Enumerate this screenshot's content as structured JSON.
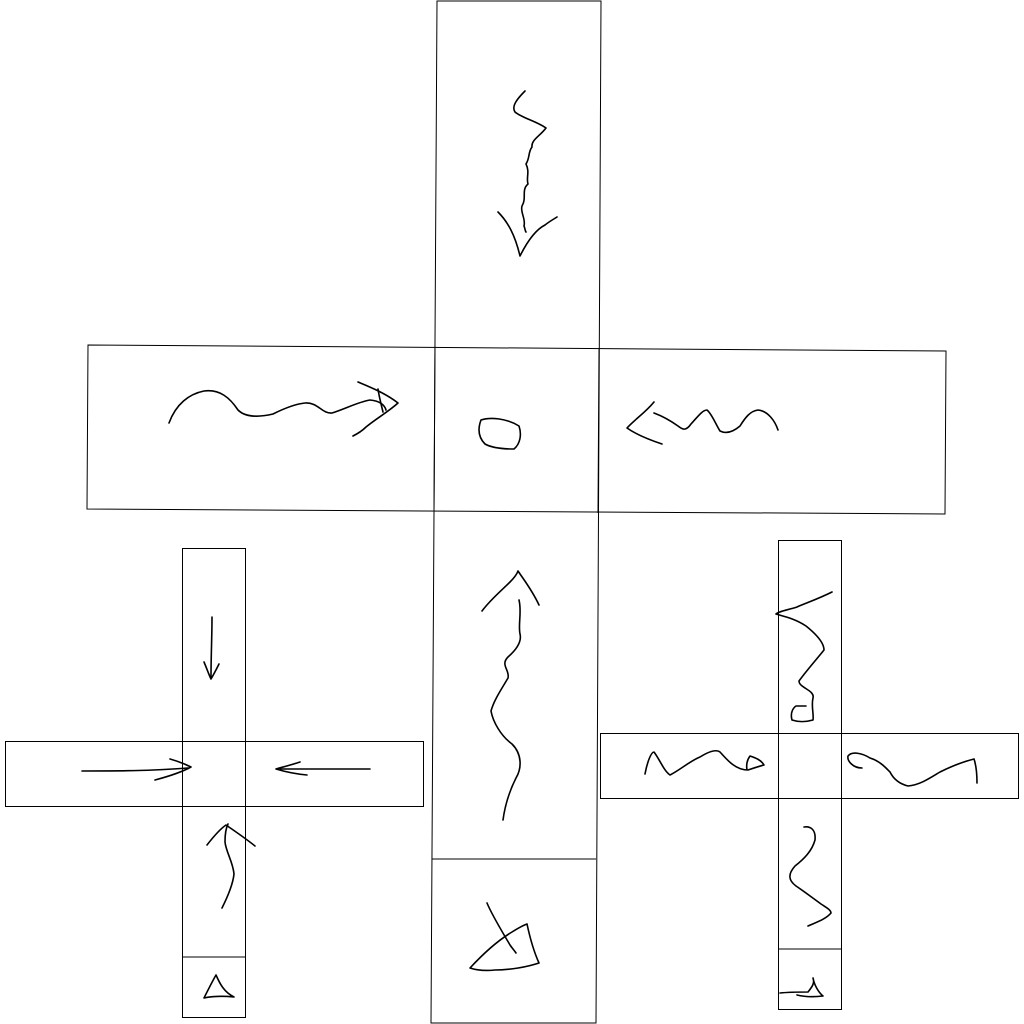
{
  "sketch": {
    "background": "#ffffff",
    "ink": "#000000",
    "crossings": [
      {
        "name": "large-crossing",
        "arms": [
          "up",
          "down",
          "left",
          "right"
        ],
        "arrows": [
          "down",
          "up",
          "right",
          "left"
        ],
        "center_mark": "circle",
        "end_mark": "triangle"
      },
      {
        "name": "small-left-crossing",
        "arms": [
          "up",
          "down",
          "left",
          "right"
        ],
        "arrows": [
          "down",
          "up",
          "right",
          "left"
        ],
        "end_mark": "triangle"
      },
      {
        "name": "small-right-crossing",
        "arms": [
          "up",
          "down",
          "left",
          "right"
        ],
        "marks": [
          "squiggle",
          "squiggle",
          "squiggle",
          "squiggle"
        ],
        "end_mark": "triangle"
      }
    ]
  }
}
